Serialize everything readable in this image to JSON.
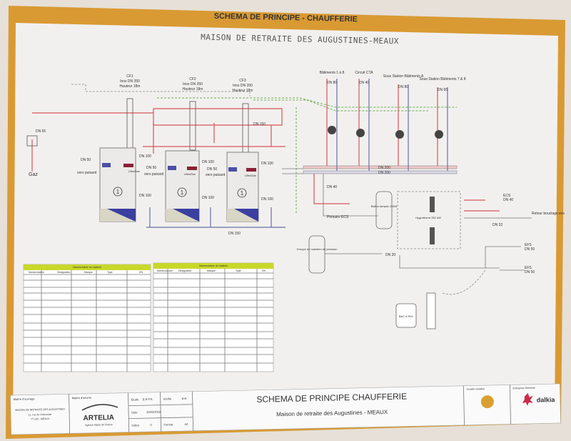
{
  "header": {
    "banner": "SCHEMA DE PRINCIPE - CHAUFFERIE",
    "subtitle": "MAISON DE RETRAITE DES AUGUSTINES-MEAUX"
  },
  "schematic": {
    "gas_label": "Gaz",
    "gas_dn": "DN 65",
    "chimneys": [
      {
        "label": "CF1",
        "spec": "Inox DN 350",
        "height": "Hauteur 18m"
      },
      {
        "label": "CF2",
        "spec": "Inox DN 350",
        "height": "Hauteur 18m"
      },
      {
        "label": "CF3",
        "spec": "Inox DN 350",
        "height": "Hauteur 18m"
      }
    ],
    "boiler_number": "1",
    "boiler_brand": "UltraGas",
    "dn_150": "DN 150",
    "dn_100": "DN 100",
    "dn_50": "DN 50",
    "vers_puisard": "vers puisard",
    "collector_1": "DN 200",
    "collector_2": "DN 200",
    "circuits": [
      {
        "label": "Bâtiments 1 à 8",
        "dn": "DN 80"
      },
      {
        "label": "Circuit CTA",
        "dn": "DN 40"
      },
      {
        "label": "Sous Station Bâtiments A",
        "dn": "DN 80"
      },
      {
        "label": "Sous Station Bâtiments 7 & 8",
        "dn": "DN 65"
      }
    ],
    "primaire_ecs": "Primaire ECS",
    "ballon": "Ballon tampon 2000l",
    "hygrotherm": "Hygrotherm 252 kW",
    "dn_40": "DN 40",
    "dn_32": "DN 32",
    "dn_20": "DN 20",
    "ecs": "ECS",
    "ecs_dn": "DN 40",
    "retour": "Retour bouclage ecs",
    "efs_1": "EFS",
    "efs_1_dn": "DN 50",
    "efs_2": "EFS",
    "efs_2_dn": "DN 50",
    "groupe": "Groupe de maintien de pression",
    "bac_sel": "BAC A SEL"
  },
  "tables": {
    "title": "Nomenclature du matériel",
    "columns": [
      "Nomenclature",
      "Désignation",
      "Marque",
      "Type",
      "DN"
    ]
  },
  "title_block": {
    "maitre_ouvrage_label": "Maître d'ouvrage",
    "maitre_ouvrage": "MAISON DE RETRAITE DES AUGUSTINES",
    "maitre_ouvrage_addr1": "11, rue de l'Arbousier",
    "maitre_ouvrage_addr2": "77 100 - MEAUX",
    "maitre_oeuvre_label": "Maître d'oeuvre",
    "artelia": "ARTELIA",
    "artelia_addr": "Agence Hauts de France",
    "etude_label": "Etude",
    "etude": "E.R.P.S.",
    "verifie_label": "Vérifié",
    "verifie": "E.R",
    "date_label": "Date",
    "date": "20/02/2019",
    "indice_label": "Indice",
    "indice": "0",
    "format_label": "Format",
    "format": "A2",
    "main_title": "SCHEMA DE PRINCIPE CHAUFFERIE",
    "sub_title": "Maison de retraite des Augustines - MEAUX",
    "logo_1_label": "Société installée",
    "logo_2_label": "Entreprise Générale",
    "dalkia": "dalkia"
  },
  "colors": {
    "frame": "#e0a035",
    "wall": "#e6e0d8",
    "board": "#f3f1f0",
    "table_header": "#c8d82a"
  }
}
